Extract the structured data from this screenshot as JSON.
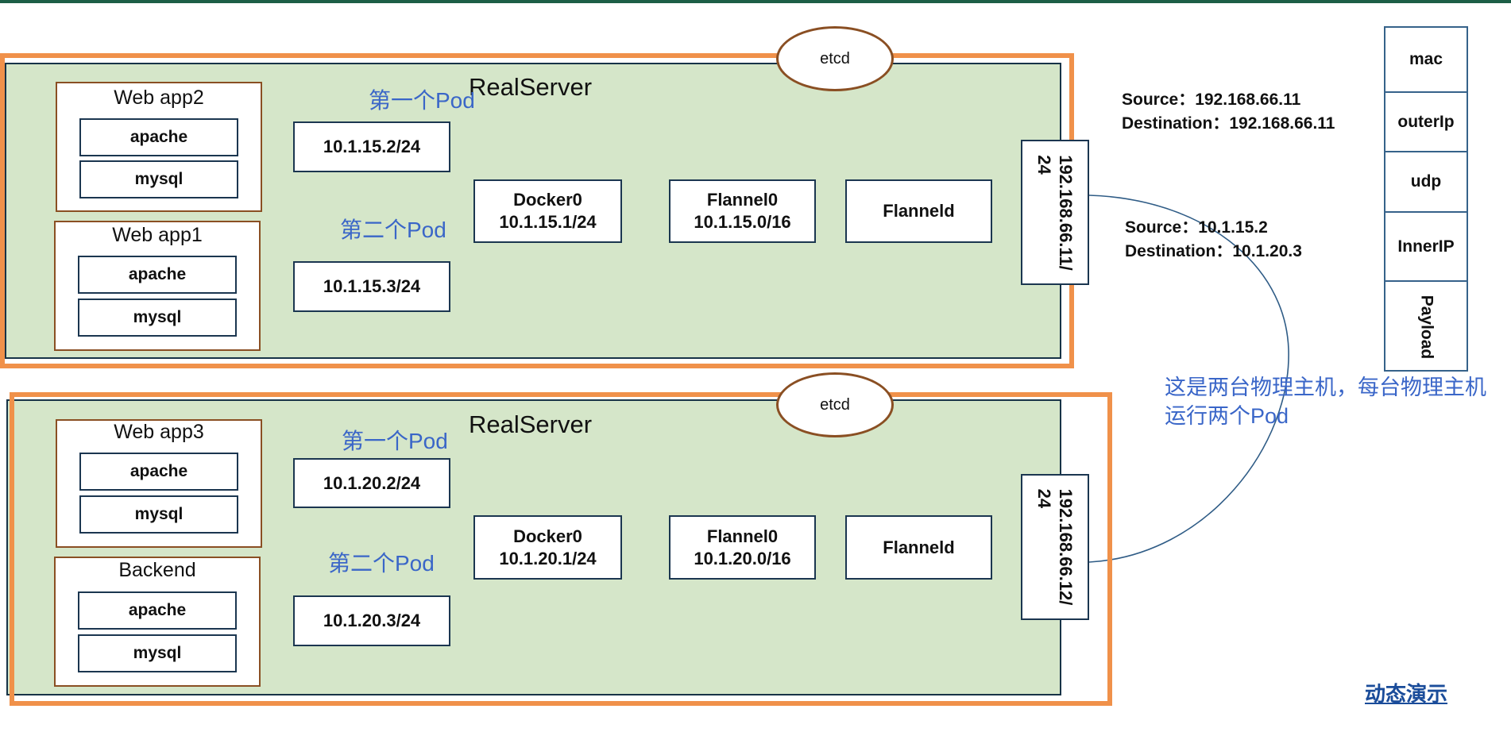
{
  "servers": [
    {
      "title": "RealServer",
      "etcd": "etcd",
      "apps": [
        {
          "name": "Web app2",
          "containers": [
            "apache",
            "mysql"
          ]
        },
        {
          "name": "Web app1",
          "containers": [
            "apache",
            "mysql"
          ]
        }
      ],
      "pod_labels": [
        "第一个Pod",
        "第二个Pod"
      ],
      "pod_ips": [
        "10.1.15.2/24",
        "10.1.15.3/24"
      ],
      "docker": {
        "name": "Docker0",
        "ip": "10.1.15.1/24"
      },
      "flannel0": {
        "name": "Flannel0",
        "ip": "10.1.15.0/16"
      },
      "flanneld": "Flanneld",
      "host_ip": [
        "192.168.66.11/",
        "24"
      ]
    },
    {
      "title": "RealServer",
      "etcd": "etcd",
      "apps": [
        {
          "name": "Web app3",
          "containers": [
            "apache",
            "mysql"
          ]
        },
        {
          "name": "Backend",
          "containers": [
            "apache",
            "mysql"
          ]
        }
      ],
      "pod_labels": [
        "第一个Pod",
        "第二个Pod"
      ],
      "pod_ips": [
        "10.1.20.2/24",
        "10.1.20.3/24"
      ],
      "docker": {
        "name": "Docker0",
        "ip": "10.1.20.1/24"
      },
      "flannel0": {
        "name": "Flannel0",
        "ip": "10.1.20.0/16"
      },
      "flanneld": "Flanneld",
      "host_ip": [
        "192.168.66.12/",
        "24"
      ]
    }
  ],
  "outer_packet": {
    "source": "Source：192.168.66.11",
    "destination": "Destination：192.168.66.11"
  },
  "inner_packet": {
    "source": "Source：10.1.15.2",
    "destination": "Destination：10.1.20.3"
  },
  "note": [
    "这是两台物理主机，每台物理主机",
    "运行两个Pod"
  ],
  "packet_stack": [
    "mac",
    "outerIp",
    "udp",
    "InnerIP",
    "Payload"
  ],
  "demo_link": "动态演示",
  "colors": {
    "server_fill": "#d5e6c9",
    "highlight_frame": "#f0914a",
    "label_blue": "#3a66c8",
    "app_border": "#8a4f23",
    "box_border": "#1b3650"
  }
}
